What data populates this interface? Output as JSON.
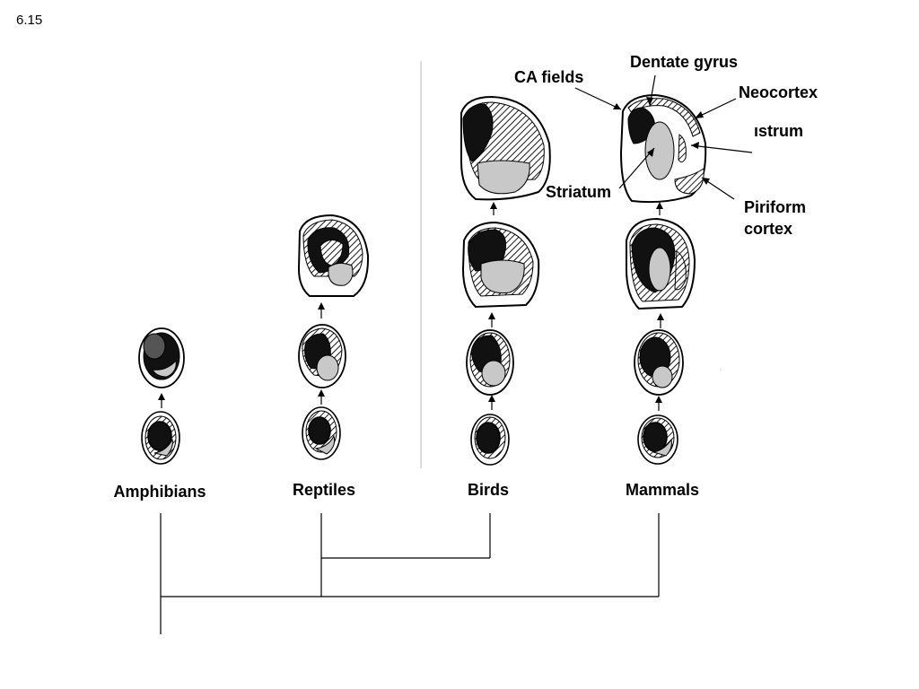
{
  "slide_number": "6.15",
  "groups": {
    "amphibians": "Amphibians",
    "reptiles": "Reptiles",
    "birds": "Birds",
    "mammals": "Mammals"
  },
  "annotations": {
    "ca_fields": "CA fields",
    "dentate_gyrus": "Dentate gyrus",
    "neocortex": "Neocortex",
    "claustrum": "ıstrum",
    "striatum": "Striatum",
    "piriform_line1": "Piriform",
    "piriform_line2": "cortex"
  },
  "colors": {
    "ink": "#000000",
    "gray_fill": "#c8c8c8",
    "hatch": "#000000"
  }
}
